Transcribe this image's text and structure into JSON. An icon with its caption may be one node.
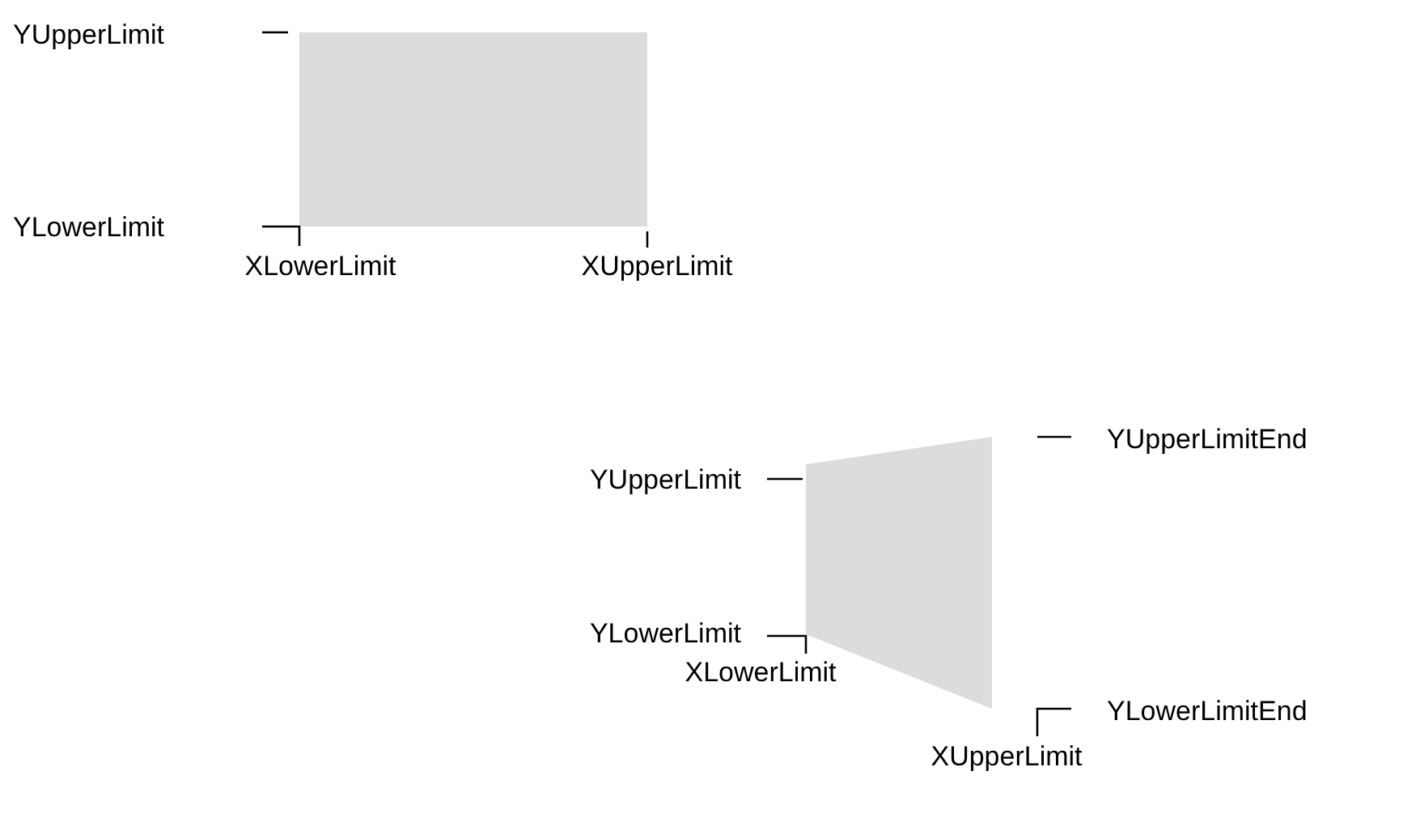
{
  "diagram": {
    "nodes": [
      {
        "text": [],
        "shape": "box"
      },
      {
        "text": [],
        "shape": "trapezoid"
      }
    ],
    "labels": [
      "YUpperLimit",
      "YLowerLimit",
      "XLowerLimit",
      "XUpperLimit",
      "YUpperLimitEnd",
      "YUpperLimit",
      "YLowerLimit",
      "XLowerLimit",
      "YLowerLimitEnd",
      "XUpperLimit"
    ]
  }
}
